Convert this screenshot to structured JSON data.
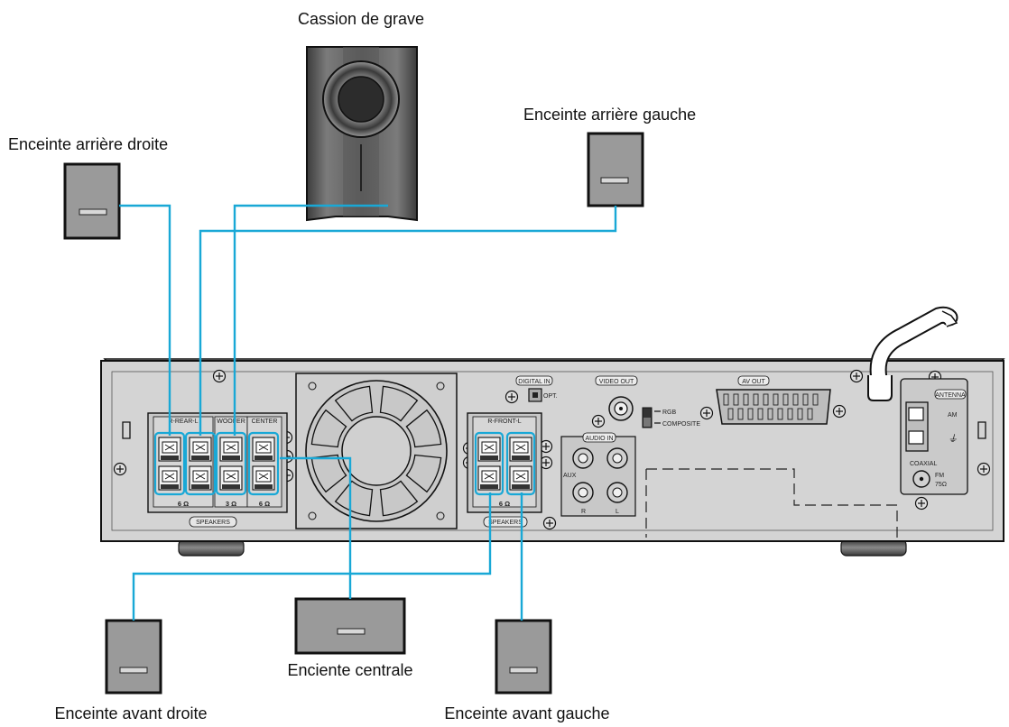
{
  "labels": {
    "subwoofer": "Cassion de grave",
    "rear_right": "Enceinte arrière droite",
    "rear_left": "Enceinte arrière gauche",
    "center": "Enciente centrale",
    "front_right": "Enceinte avant droite",
    "front_left": "Enceinte avant gauche"
  },
  "panel": {
    "rear_group": "R-REAR-L",
    "woofer": "WOOFER",
    "center_terminal": "CENTER",
    "imp_rear": "6 Ω",
    "imp_woofer": "3 Ω",
    "imp_center": "6 Ω",
    "speakers_left": "SPEAKERS",
    "front_group": "R-FRONT-L",
    "imp_front": "6 Ω",
    "speakers_right": "SPEAKERS",
    "digital_in": "DIGITAL IN",
    "opt": "OPT.",
    "video_out": "VIDEO OUT",
    "rgb": "RGB",
    "composite": "COMPOSITE",
    "audio_in": "AUDIO IN",
    "aux": "AUX",
    "r": "R",
    "l": "L",
    "av_out": "AV OUT",
    "antenna": "ANTENNA",
    "am": "AM",
    "coaxial": "COAXIAL",
    "fm": "FM",
    "fm_ohm": "75Ω"
  },
  "colors": {
    "wire": "#19a8d6",
    "panel": "#d4d4d4",
    "speaker": "#9a9a9a"
  }
}
